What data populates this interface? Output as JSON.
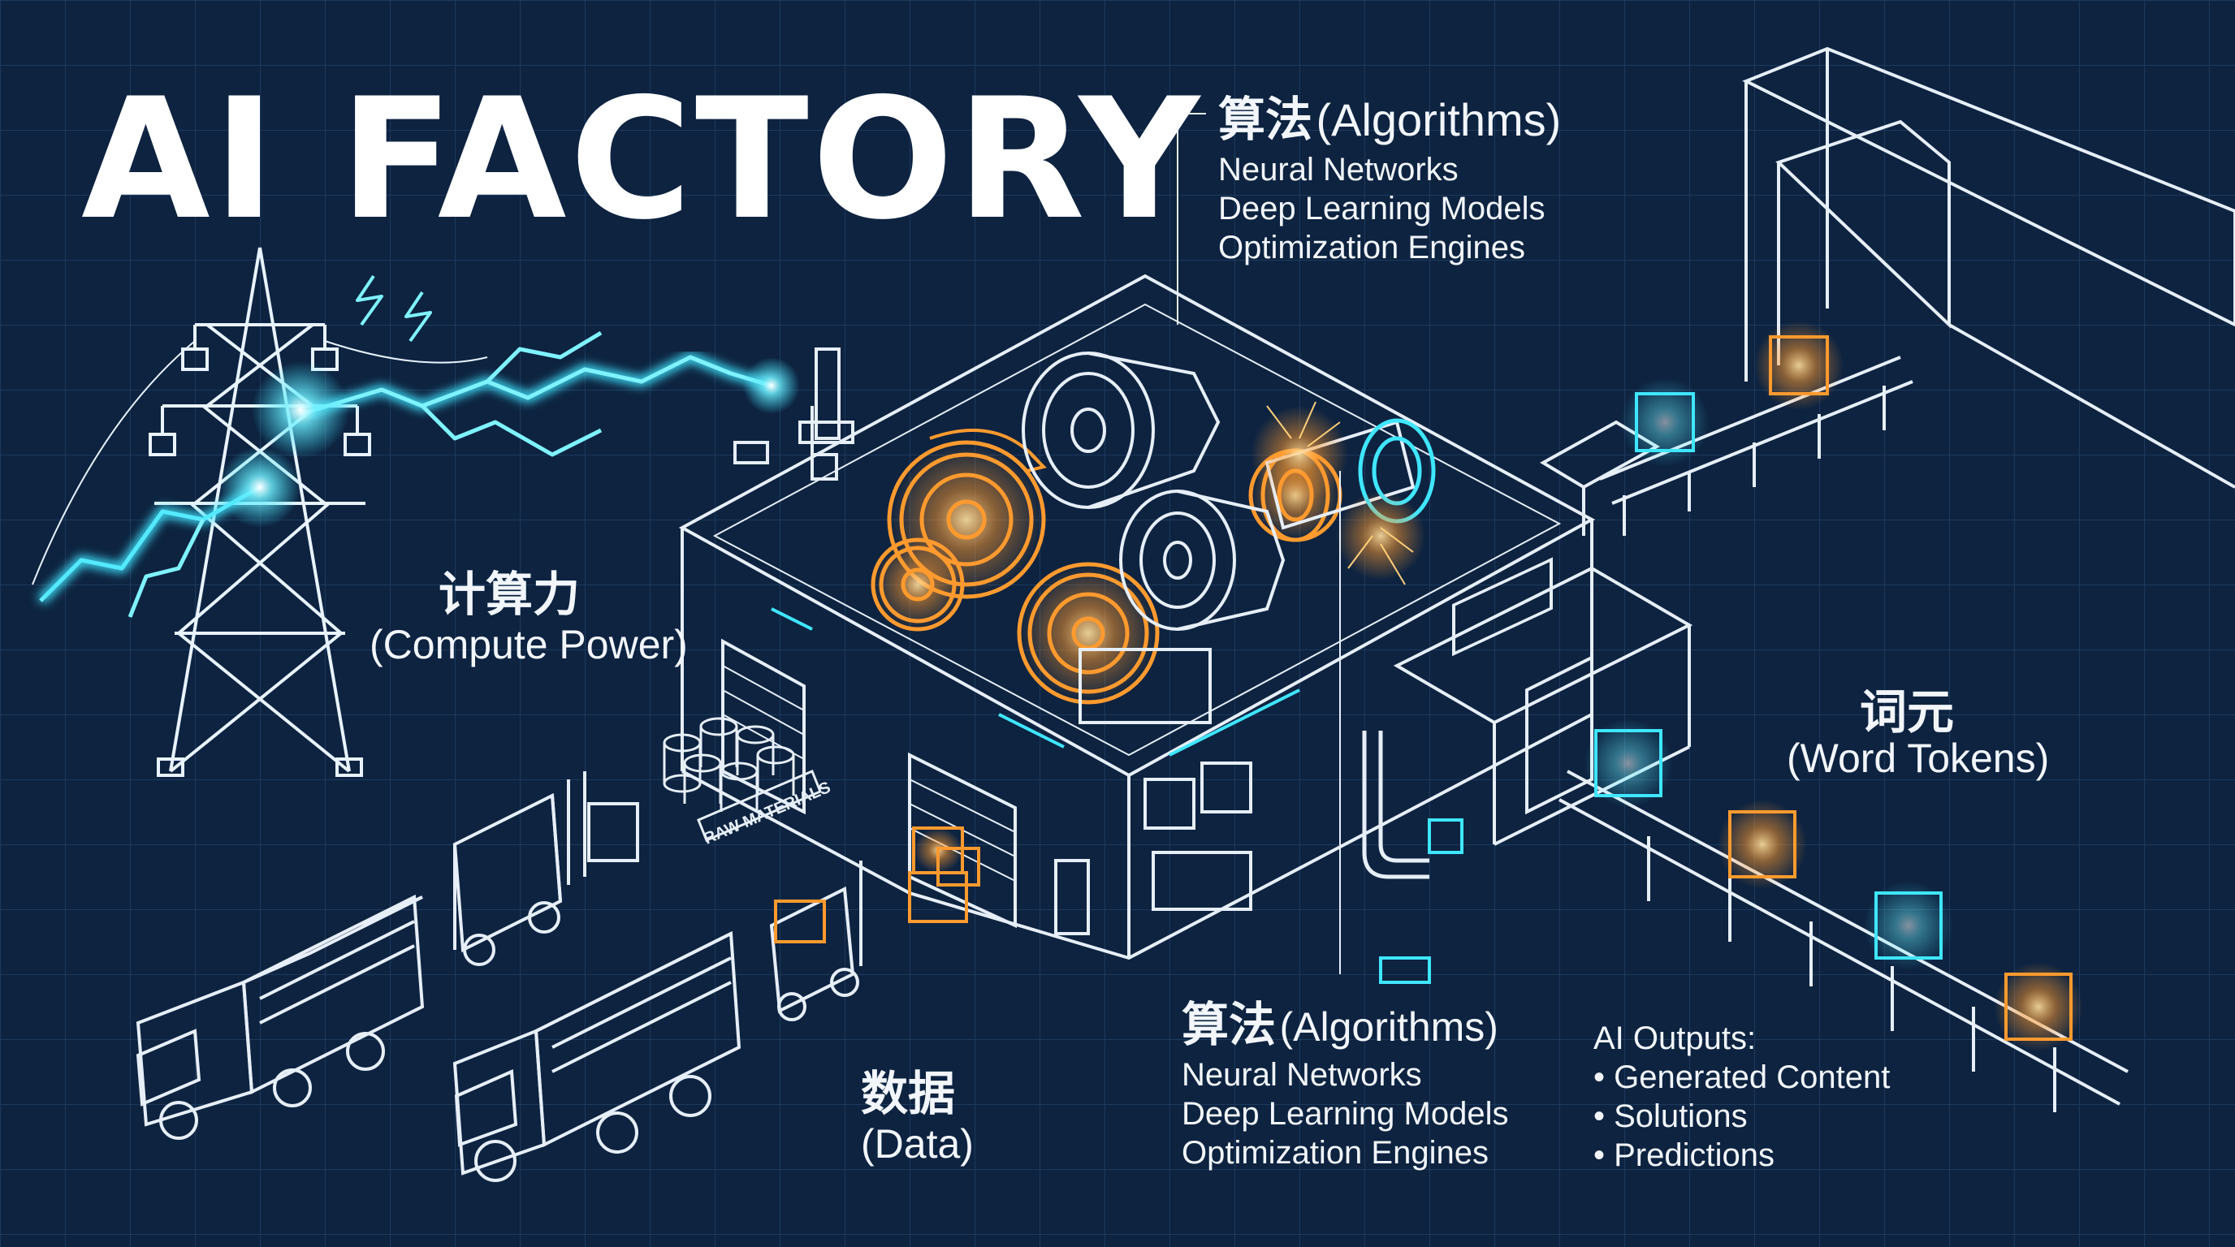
{
  "title": "AI FACTORY",
  "labels": {
    "algorithms_top": {
      "cn": "算法",
      "en": "(Algorithms)",
      "items": [
        "Neural Networks",
        "Deep Learning Models",
        "Optimization Engines"
      ]
    },
    "algorithms_bottom": {
      "cn": "算法",
      "en": "(Algorithms)",
      "items": [
        "Neural Networks",
        "Deep Learning Models",
        "Optimization Engines"
      ]
    },
    "compute": {
      "cn": "计算力",
      "en": "(Compute Power)"
    },
    "data": {
      "cn": "数据",
      "en": "(Data)"
    },
    "tokens": {
      "cn": "词元",
      "en": "(Word Tokens)"
    },
    "outputs": {
      "title": "AI Outputs:",
      "items": [
        "• Generated Content",
        "• Solutions",
        "• Predictions"
      ]
    },
    "crate_label": "RAW MATERIALS"
  },
  "colors": {
    "background": "#0d2340",
    "line": "#e6eef7",
    "cyan_glow": "#3fe6ff",
    "orange_glow": "#ff9a2e"
  },
  "icons": [
    "power-tower-icon",
    "lightning-icon",
    "gear-icon",
    "turbine-icon",
    "truck-icon",
    "forklift-icon",
    "barrel-icon",
    "token-cube-icon",
    "conveyor-icon"
  ]
}
